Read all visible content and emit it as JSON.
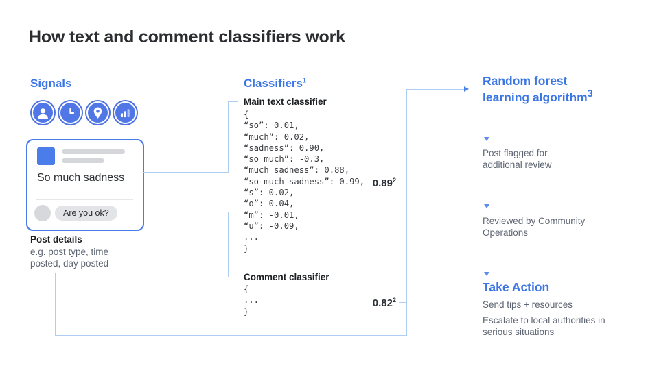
{
  "title": "How text and comment classifiers work",
  "signals": {
    "heading": "Signals",
    "icons": [
      "user-icon",
      "clock-icon",
      "location-pin-icon",
      "bar-chart-icon"
    ],
    "post_card": {
      "post_text": "So much sadness",
      "comment_text": "Are you ok?"
    },
    "post_details": {
      "heading": "Post details",
      "description": "e.g. post type, time posted, day posted"
    }
  },
  "classifiers": {
    "heading": "Classifiers",
    "footnote": "1",
    "main_text_classifier": {
      "title": "Main text classifier",
      "code": "{\n“so”: 0.01,\n“much”: 0.02,\n“sadness”: 0.90,\n“so much”: -0.3,\n“much sadness”: 0.88,\n“so much sadness”: 0.99,\n“s”: 0.02,\n“o”: 0.04,\n“m”: -0.01,\n“u”: -0.09,\n...\n}",
      "score": "0.89",
      "score_footnote": "2"
    },
    "comment_classifier": {
      "title": "Comment classifier",
      "code": "{\n...\n}",
      "score": "0.82",
      "score_footnote": "2"
    }
  },
  "pipeline": {
    "heading": "Random forest learning algorithm",
    "footnote": "3",
    "step_flagged": "Post flagged for additional review",
    "step_reviewed": "Reviewed by Community Operations",
    "take_action": {
      "heading": "Take Action",
      "item_tips": "Send tips + resources",
      "item_escalate": "Escalate to local authorities in serious situations"
    }
  },
  "colors": {
    "accent_blue": "#3b76e4",
    "icon_blue": "#5077e5",
    "connector_blue": "#aecdf3",
    "arrow_blue": "#5d8cea",
    "text_dark": "#2b2d31",
    "text_gray": "#5f6673"
  }
}
